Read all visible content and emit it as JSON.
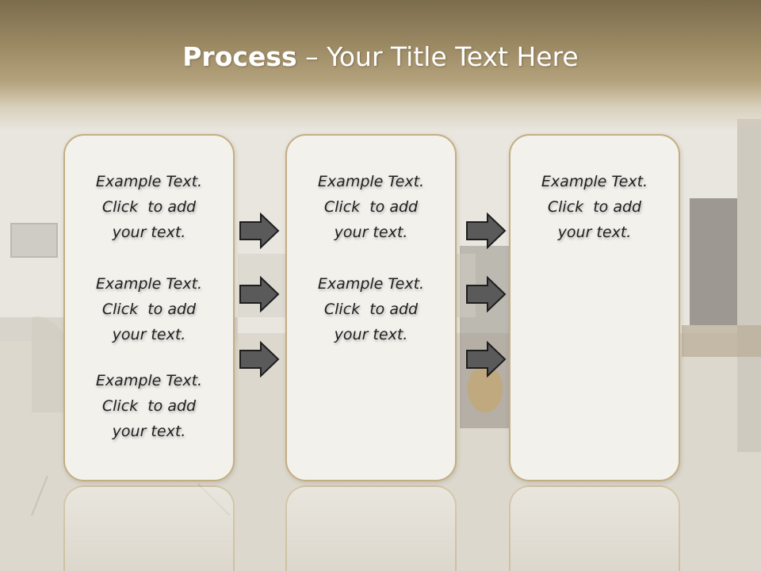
{
  "title": {
    "bold": "Process",
    "rest": "  – Your Title Text Here"
  },
  "columns": [
    {
      "blocks": [
        {
          "l1": "Example Text.",
          "l2": "Click  to add",
          "l3": "your text."
        },
        {
          "l1": "Example Text.",
          "l2": "Click  to add",
          "l3": "your text."
        },
        {
          "l1": "Example Text.",
          "l2": "Click  to add",
          "l3": "your text."
        }
      ]
    },
    {
      "blocks": [
        {
          "l1": "Example Text.",
          "l2": "Click  to add",
          "l3": "your text."
        },
        {
          "l1": "Example Text.",
          "l2": "Click  to add",
          "l3": "your text."
        }
      ]
    },
    {
      "blocks": [
        {
          "l1": "Example Text.",
          "l2": "Click  to add",
          "l3": "your text."
        }
      ]
    }
  ],
  "colors": {
    "title_band": "#978560",
    "panel_fill": "#f3f1ec",
    "panel_border": "#c3ae82",
    "arrow_fill": "#5a5a5a",
    "arrow_stroke": "#1e1e1e",
    "title_text": "#ffffff"
  }
}
